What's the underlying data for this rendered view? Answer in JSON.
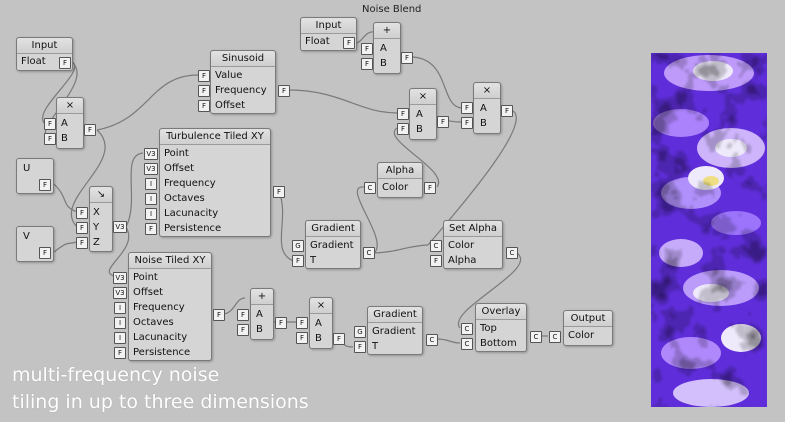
{
  "graph_title": "Noise Blend",
  "caption": {
    "line1": "multi-frequency noise",
    "line2": "tiling in up to three dimensions"
  },
  "colors": {
    "background": "#c3c3c3",
    "node_fill": "#d5d5d5",
    "wire": "#7a7a7a"
  },
  "nodes": [
    {
      "id": "input1",
      "title": "Input",
      "inputs": [],
      "outputs": [
        {
          "label": "Float",
          "type": "F"
        }
      ]
    },
    {
      "id": "input2",
      "title": "Input",
      "inputs": [],
      "outputs": [
        {
          "label": "Float",
          "type": "F"
        }
      ]
    },
    {
      "id": "u",
      "title": "",
      "inputs": [],
      "outputs": [
        {
          "label": "U",
          "type": "F"
        }
      ]
    },
    {
      "id": "v",
      "title": "",
      "inputs": [],
      "outputs": [
        {
          "label": "V",
          "type": "F"
        }
      ]
    },
    {
      "id": "mul1",
      "title": "×",
      "inputs": [
        {
          "label": "A",
          "type": "F"
        },
        {
          "label": "B",
          "type": "F"
        }
      ],
      "outputs": [
        {
          "label": "",
          "type": "F"
        }
      ]
    },
    {
      "id": "sinusoid",
      "title": "Sinusoid",
      "inputs": [
        {
          "label": "Value",
          "type": "F"
        },
        {
          "label": "Frequency",
          "type": "F"
        },
        {
          "label": "Offset",
          "type": "F"
        }
      ],
      "outputs": [
        {
          "label": "",
          "type": "F"
        }
      ]
    },
    {
      "id": "add1",
      "title": "+",
      "inputs": [
        {
          "label": "A",
          "type": "F"
        },
        {
          "label": "B",
          "type": "F"
        }
      ],
      "outputs": [
        {
          "label": "",
          "type": "F"
        }
      ]
    },
    {
      "id": "mul2",
      "title": "×",
      "inputs": [
        {
          "label": "A",
          "type": "F"
        },
        {
          "label": "B",
          "type": "F"
        }
      ],
      "outputs": [
        {
          "label": "",
          "type": "F"
        }
      ]
    },
    {
      "id": "mul3",
      "title": "×",
      "inputs": [
        {
          "label": "A",
          "type": "F"
        },
        {
          "label": "B",
          "type": "F"
        }
      ],
      "outputs": [
        {
          "label": "",
          "type": "F"
        }
      ]
    },
    {
      "id": "vec",
      "title": "↘",
      "inputs": [
        {
          "label": "X",
          "type": "F"
        },
        {
          "label": "Y",
          "type": "F"
        },
        {
          "label": "Z",
          "type": "F"
        }
      ],
      "outputs": [
        {
          "label": "",
          "type": "V3"
        }
      ]
    },
    {
      "id": "turb",
      "title": "Turbulence Tiled XY",
      "inputs": [
        {
          "label": "Point",
          "type": "V3"
        },
        {
          "label": "Offset",
          "type": "V3"
        },
        {
          "label": "Frequency",
          "type": "I"
        },
        {
          "label": "Octaves",
          "type": "I"
        },
        {
          "label": "Lacunacity",
          "type": "I"
        },
        {
          "label": "Persistence",
          "type": "F"
        }
      ],
      "outputs": [
        {
          "label": "",
          "type": "F"
        }
      ]
    },
    {
      "id": "alpha",
      "title": "Alpha",
      "inputs": [
        {
          "label": "Color",
          "type": "C"
        }
      ],
      "outputs": [
        {
          "label": "",
          "type": "F"
        }
      ]
    },
    {
      "id": "grad1",
      "title": "Gradient",
      "inputs": [
        {
          "label": "Gradient",
          "type": "G"
        },
        {
          "label": "T",
          "type": "F"
        }
      ],
      "outputs": [
        {
          "label": "",
          "type": "C"
        }
      ]
    },
    {
      "id": "setalpha",
      "title": "Set Alpha",
      "inputs": [
        {
          "label": "Color",
          "type": "C"
        },
        {
          "label": "Alpha",
          "type": "F"
        }
      ],
      "outputs": [
        {
          "label": "",
          "type": "C"
        }
      ]
    },
    {
      "id": "noise",
      "title": "Noise Tiled XY",
      "inputs": [
        {
          "label": "Point",
          "type": "V3"
        },
        {
          "label": "Offset",
          "type": "V3"
        },
        {
          "label": "Frequency",
          "type": "I"
        },
        {
          "label": "Octaves",
          "type": "I"
        },
        {
          "label": "Lacunacity",
          "type": "I"
        },
        {
          "label": "Persistence",
          "type": "F"
        }
      ],
      "outputs": [
        {
          "label": "",
          "type": "F"
        }
      ]
    },
    {
      "id": "add2",
      "title": "+",
      "inputs": [
        {
          "label": "A",
          "type": "F"
        },
        {
          "label": "B",
          "type": "F"
        }
      ],
      "outputs": [
        {
          "label": "",
          "type": "F"
        }
      ]
    },
    {
      "id": "mul4",
      "title": "×",
      "inputs": [
        {
          "label": "A",
          "type": "F"
        },
        {
          "label": "B",
          "type": "F"
        }
      ],
      "outputs": [
        {
          "label": "",
          "type": "F"
        }
      ]
    },
    {
      "id": "grad2",
      "title": "Gradient",
      "inputs": [
        {
          "label": "Gradient",
          "type": "G"
        },
        {
          "label": "T",
          "type": "F"
        }
      ],
      "outputs": [
        {
          "label": "",
          "type": "C"
        }
      ]
    },
    {
      "id": "overlay",
      "title": "Overlay",
      "inputs": [
        {
          "label": "Top",
          "type": "C"
        },
        {
          "label": "Bottom",
          "type": "C"
        }
      ],
      "outputs": [
        {
          "label": "",
          "type": "C"
        }
      ]
    },
    {
      "id": "output",
      "title": "Output",
      "inputs": [
        {
          "label": "Color",
          "type": "C"
        }
      ],
      "outputs": []
    }
  ],
  "edges": [
    [
      "input1",
      "mul1"
    ],
    [
      "u",
      "vec"
    ],
    [
      "v",
      "vec"
    ],
    [
      "mul1",
      "sinusoid"
    ],
    [
      "mul1",
      "vec"
    ],
    [
      "vec",
      "turb"
    ],
    [
      "vec",
      "noise"
    ],
    [
      "sinusoid",
      "mul2"
    ],
    [
      "input2",
      "add1"
    ],
    [
      "add1",
      "mul3"
    ],
    [
      "mul2",
      "mul3"
    ],
    [
      "turb",
      "grad1"
    ],
    [
      "grad1",
      "alpha"
    ],
    [
      "alpha",
      "mul2"
    ],
    [
      "mul3",
      "setalpha"
    ],
    [
      "grad1",
      "setalpha"
    ],
    [
      "noise",
      "add2"
    ],
    [
      "add2",
      "mul4"
    ],
    [
      "mul4",
      "grad2"
    ],
    [
      "grad2",
      "overlay"
    ],
    [
      "setalpha",
      "overlay"
    ],
    [
      "overlay",
      "output"
    ]
  ]
}
